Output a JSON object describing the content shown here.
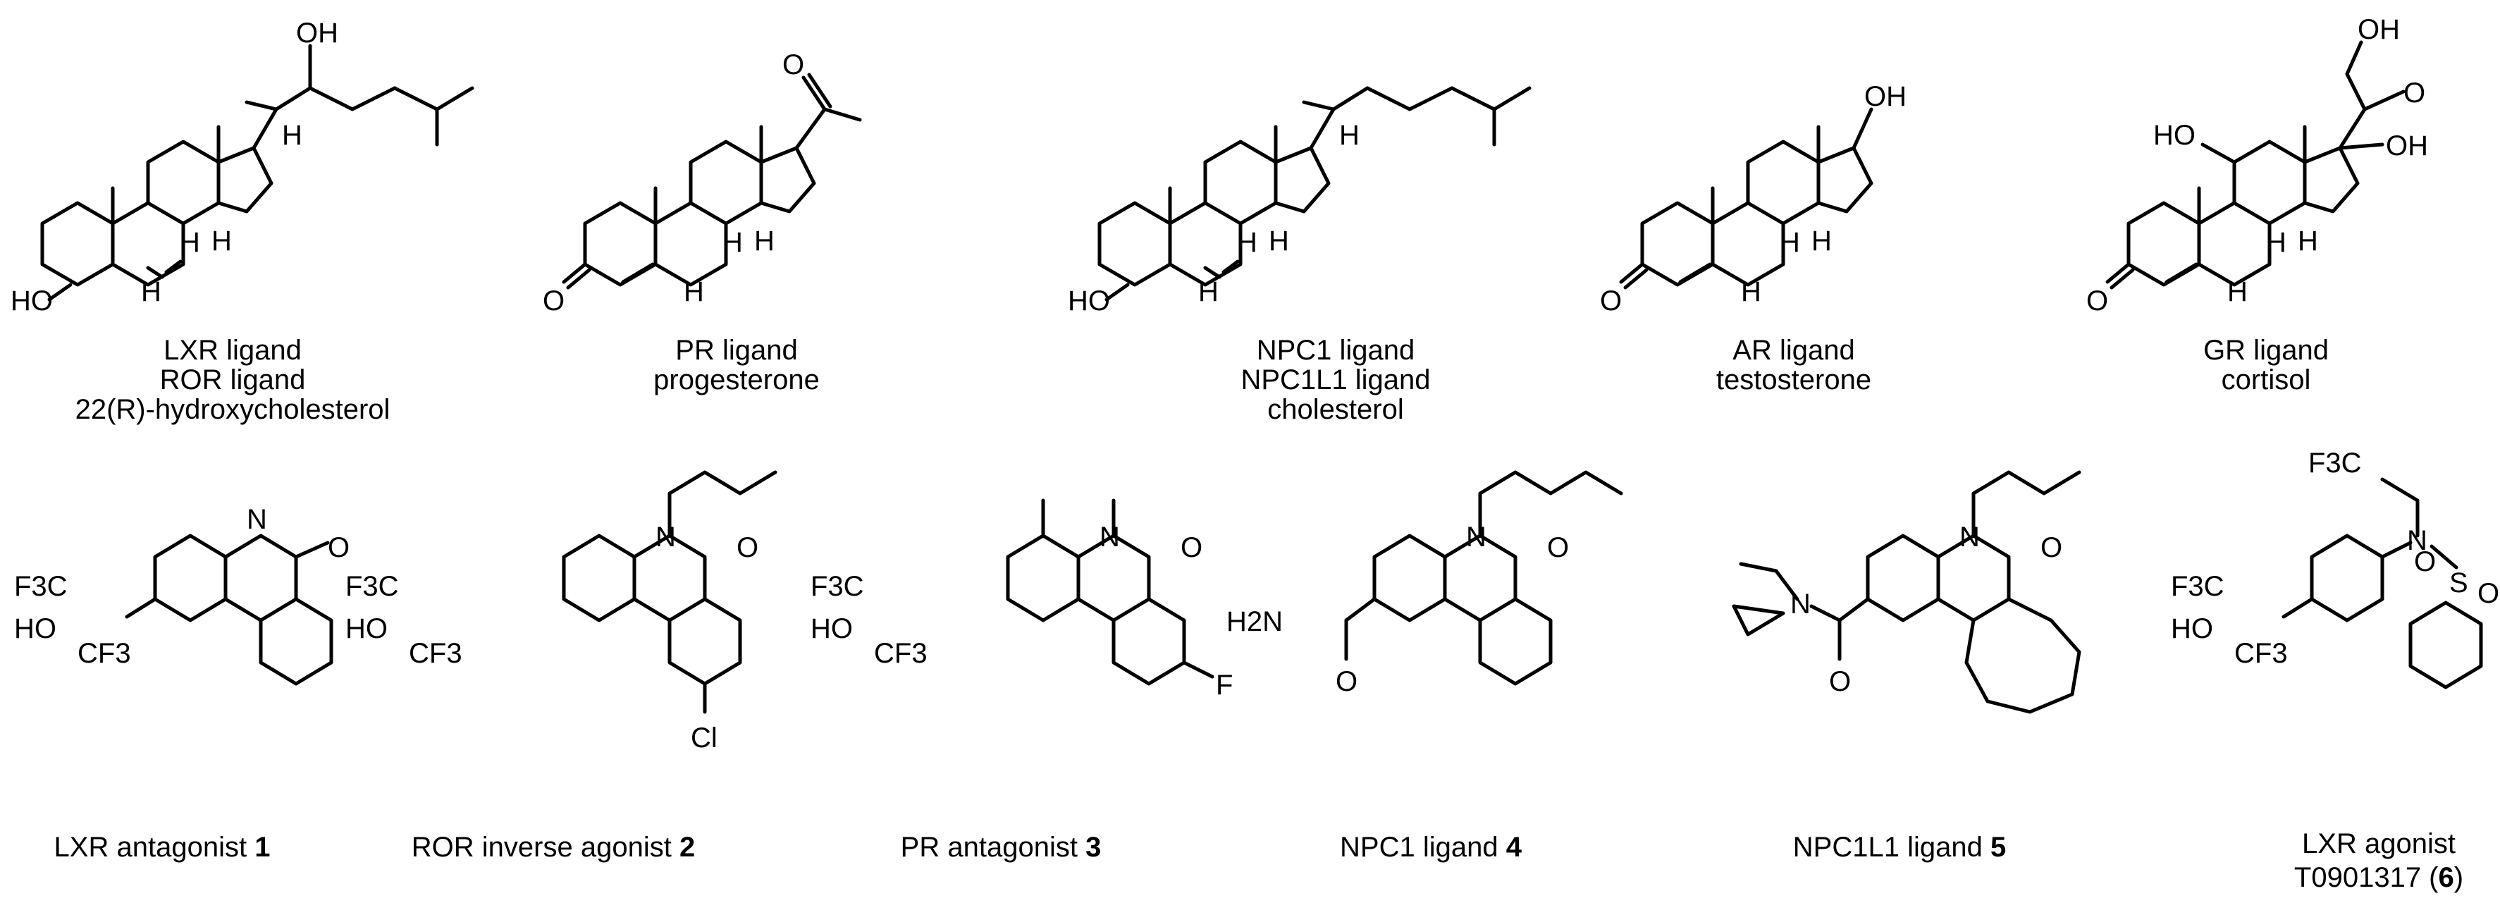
{
  "atoms": {
    "OH": "OH",
    "HO": "HO",
    "O": "O",
    "H": "H",
    "N": "N",
    "F": "F",
    "Cl": "Cl",
    "S": "S",
    "F3C": "F3C",
    "CF3": "CF3",
    "H2N": "H2N"
  },
  "steroids": [
    {
      "lines": [
        "LXR ligand",
        "ROR ligand",
        "22(R)-hydroxycholesterol"
      ]
    },
    {
      "lines": [
        "PR ligand",
        "progesterone"
      ]
    },
    {
      "lines": [
        "NPC1 ligand",
        "NPC1L1 ligand",
        "cholesterol"
      ]
    },
    {
      "lines": [
        "AR ligand",
        "testosterone"
      ]
    },
    {
      "lines": [
        "GR ligand",
        "cortisol"
      ]
    }
  ],
  "compounds": [
    {
      "label": "LXR antagonist ",
      "number": "1"
    },
    {
      "label": "ROR inverse agonist ",
      "number": "2"
    },
    {
      "label": "PR antagonist ",
      "number": "3"
    },
    {
      "label": "NPC1 ligand ",
      "number": "4"
    },
    {
      "label": "NPC1L1 ligand ",
      "number": "5"
    },
    {
      "label": "LXR agonist",
      "line2": "T0901317 (",
      "number": "6",
      "close": ")"
    }
  ]
}
